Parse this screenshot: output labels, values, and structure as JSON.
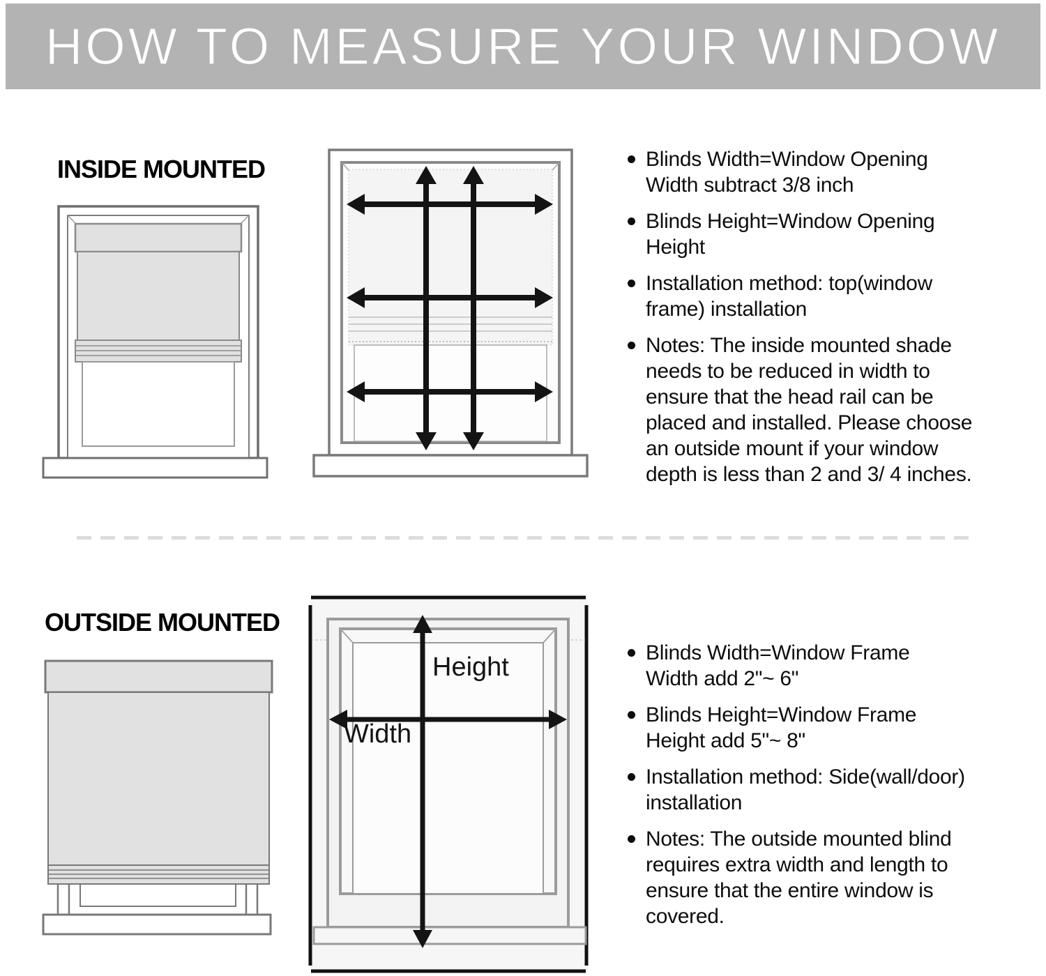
{
  "header": {
    "title": "HOW TO MEASURE YOUR WINDOW"
  },
  "sections": {
    "inside": {
      "heading": "INSIDE MOUNTED",
      "bullets": [
        "Blinds Width=Window Opening\nWidth subtract 3/8 inch",
        "Blinds Height=Window Opening\nHeight",
        "Installation method: top(window\nframe) installation",
        "Notes: The inside mounted shade\nneeds to be reduced in width to\nensure that the head rail can be\nplaced and installed. Please choose\nan outside mount if your window\ndepth is less than 2 and 3/ 4 inches."
      ]
    },
    "outside": {
      "heading": "OUTSIDE MOUNTED",
      "arrow_labels": {
        "height": "Height",
        "width": "Width"
      },
      "bullets": [
        "Blinds Width=Window Frame\nWidth add 2\"~ 6\"",
        "Blinds Height=Window Frame\nHeight add 5\"~ 8\"",
        "Installation method: Side(wall/door)\ninstallation",
        "Notes: The outside mounted blind\nrequires extra width and length to\nensure that the entire window is\ncovered."
      ]
    }
  },
  "colors": {
    "banner_bg": "#b3b3b3",
    "banner_text": "#ffffff",
    "shade_fill": "#e1e1e1",
    "frame_stroke": "#787878",
    "arrow": "#141414",
    "divider_dash": "#dcdcdc",
    "body_text": "#0d0d0d"
  }
}
